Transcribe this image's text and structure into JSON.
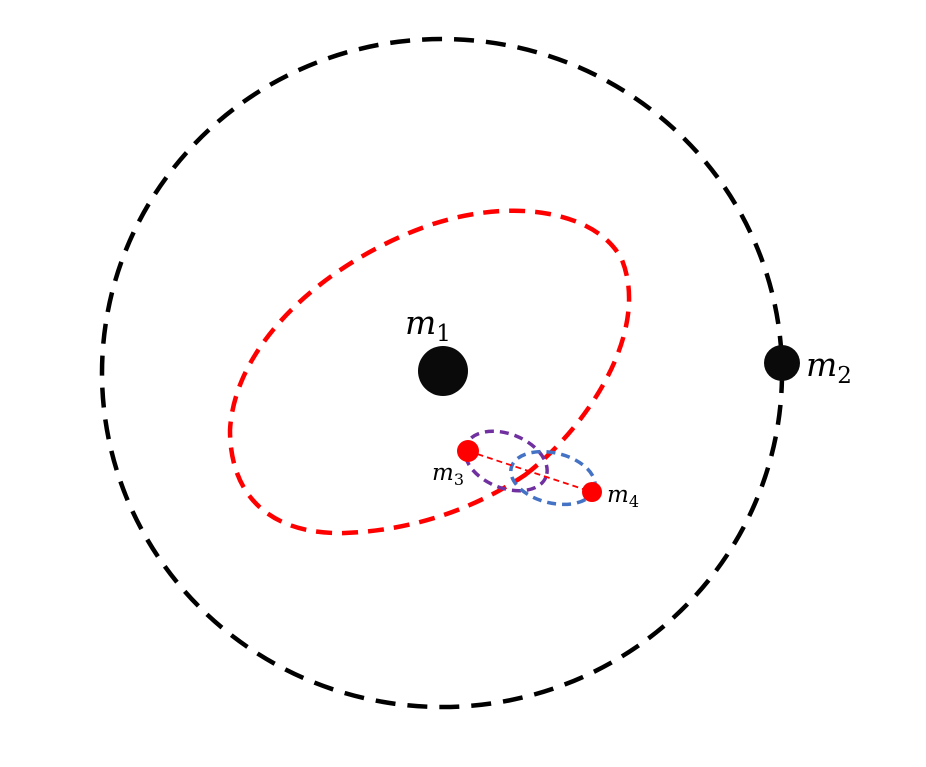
{
  "bodies": [
    {
      "id": "m1",
      "symbol": "m",
      "subscript": "1",
      "color": "#0a0a0a"
    },
    {
      "id": "m2",
      "symbol": "m",
      "subscript": "2",
      "color": "#0a0a0a"
    },
    {
      "id": "m3",
      "symbol": "m",
      "subscript": "3",
      "color": "#ff0000"
    },
    {
      "id": "m4",
      "symbol": "m",
      "subscript": "4",
      "color": "#ff0000"
    }
  ],
  "orbits": {
    "outer_color": "#000000",
    "barycenter_color": "#ff0000",
    "m3_color": "#7030a0",
    "m4_color": "#4472c4",
    "link_color": "#ff0000"
  }
}
